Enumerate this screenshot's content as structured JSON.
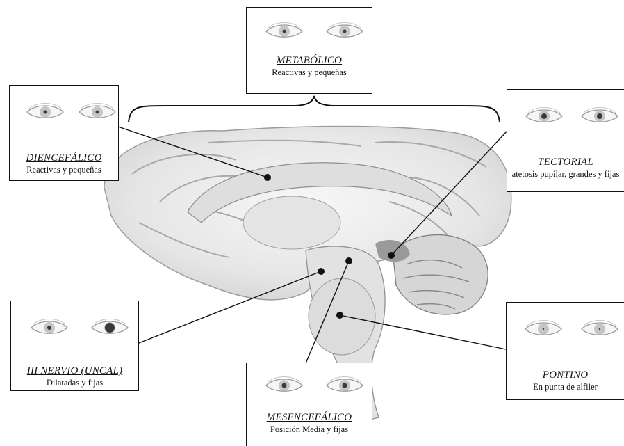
{
  "colors": {
    "line": "#111111",
    "dot": "#111111",
    "brain_shade": "#cfcfcf",
    "iris": "#8a8a8a"
  },
  "states": [
    {
      "key": "metabolico",
      "title": "METABÓLICO",
      "description": "Reactivas y pequeñas",
      "pupil": "small"
    },
    {
      "key": "diencefalico",
      "title": "DIENCEFÁLICO",
      "description": "Reactivas y pequeñas",
      "pupil": "small"
    },
    {
      "key": "tectorial",
      "title": "TECTORIAL",
      "description": "atetosis pupilar, grandes y fijas",
      "pupil": "medium"
    },
    {
      "key": "uncal",
      "title": "III NERVIO (UNCAL)",
      "description": "Dilatadas y fijas",
      "pupil": "unilateral-dilated"
    },
    {
      "key": "pontino",
      "title": "PONTINO",
      "description": "En punta de alfiler",
      "pupil": "pinpoint"
    },
    {
      "key": "mesencefalico",
      "title": "MESENCEFÁLICO",
      "description": "Posición Media y fijas",
      "pupil": "mid"
    }
  ],
  "icons": {
    "eye": "eye-icon",
    "brain": "brain-sagittal-illustration",
    "bracket": "curly-brace"
  }
}
